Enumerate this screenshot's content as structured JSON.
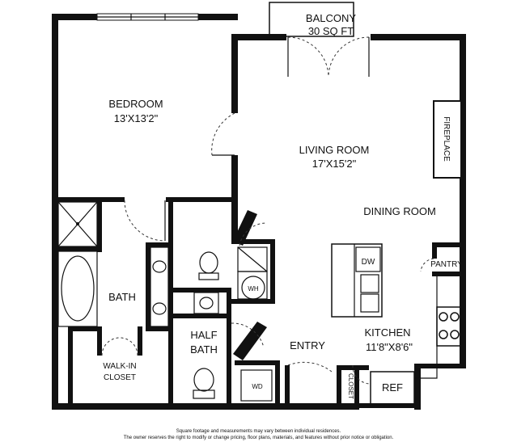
{
  "rooms": {
    "balcony": {
      "name": "BALCONY",
      "size": "30 SQ FT"
    },
    "bedroom": {
      "name": "BEDROOM",
      "size": "13'X13'2\""
    },
    "living": {
      "name": "LIVING ROOM",
      "size": "17'X15'2\""
    },
    "fireplace": "FIREPLACE",
    "dining": "DINING ROOM",
    "dw": "DW",
    "pantry": "PANTRY",
    "wh": "WH",
    "bath": "BATH",
    "half_bath": {
      "line1": "HALF",
      "line2": "BATH"
    },
    "walkin": {
      "line1": "WALK-IN",
      "line2": "CLOSET"
    },
    "entry": "ENTRY",
    "kitchen": {
      "name": "KITCHEN",
      "size": "11'8\"X8'6\""
    },
    "wd": "WD",
    "closet": "CLOSET",
    "ref": "REF"
  },
  "footer": {
    "line1": "Square footage and measurements may vary between individual residences.",
    "line2": "The owner reserves the right to modify or change pricing, floor plans, materials, and features without prior notice or obligation."
  }
}
